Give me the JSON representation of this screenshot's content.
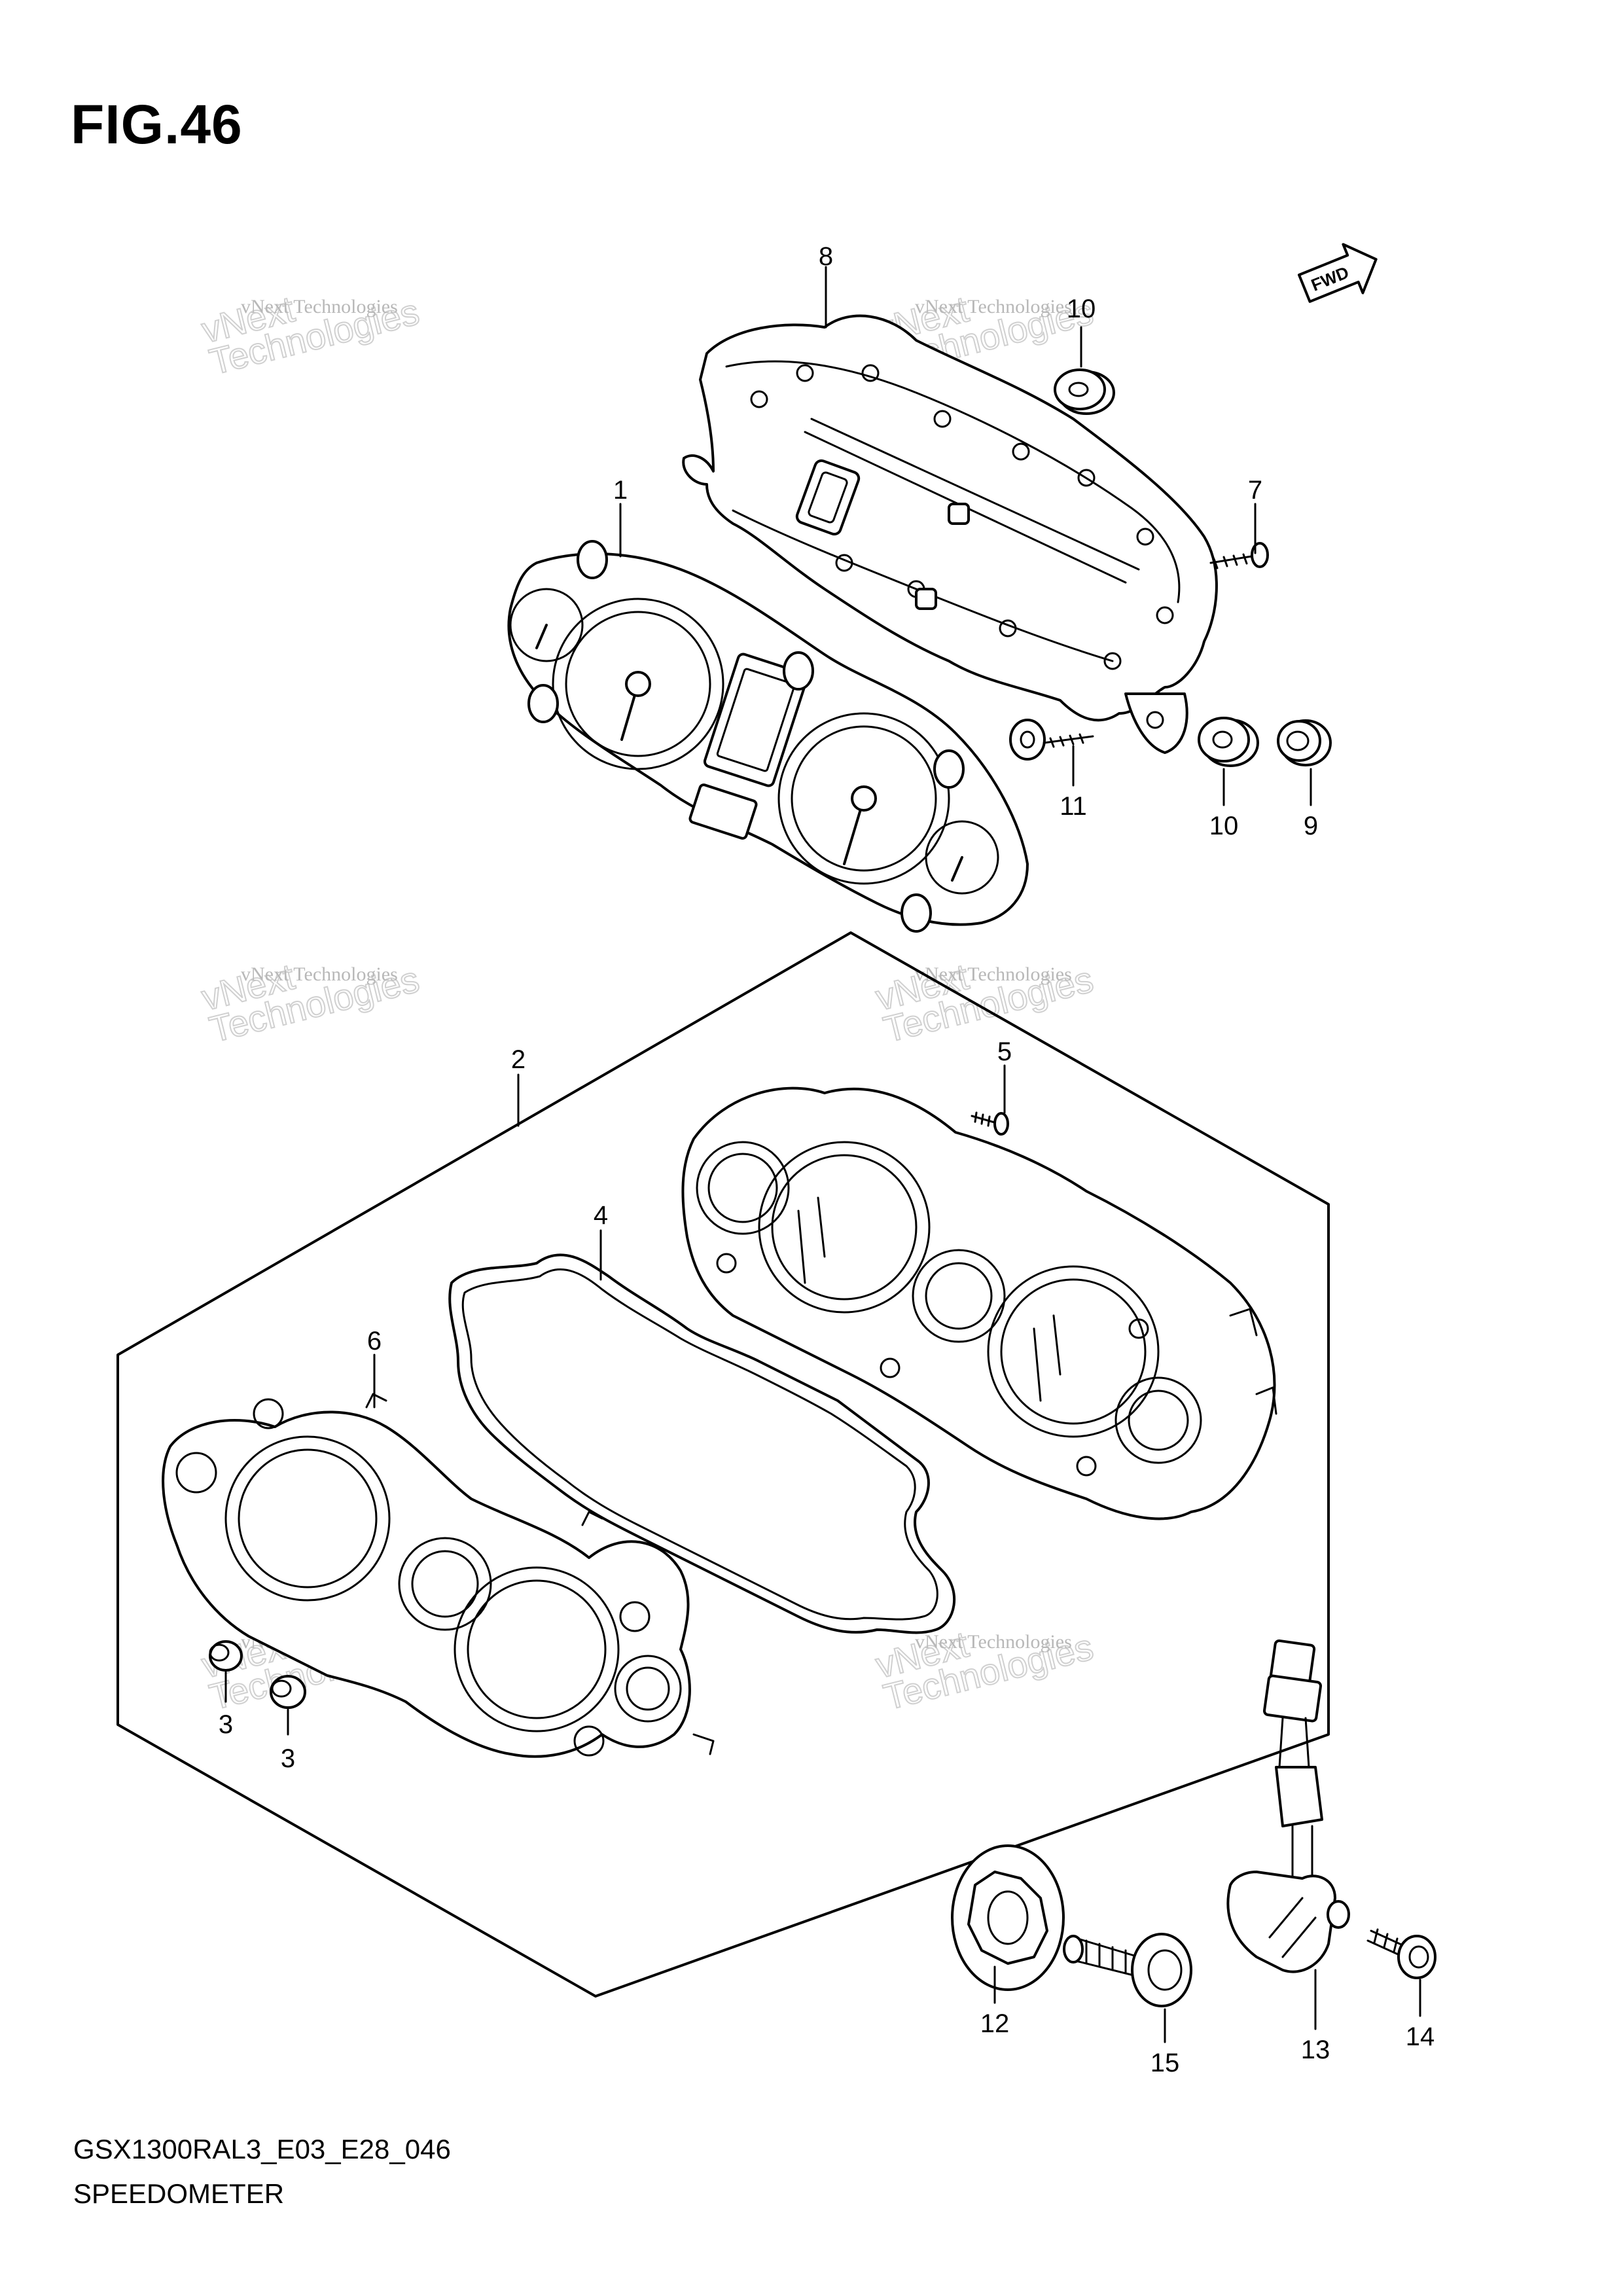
{
  "figure": {
    "title": "FIG.46",
    "code": "GSX1300RAL3_E03_E28_046",
    "name": "SPEEDOMETER",
    "fwd_label": "FWD"
  },
  "watermark": {
    "line1": "vNext Technologies",
    "line2": "vNext",
    "line3": "Technologies"
  },
  "callouts": {
    "c1": "1",
    "c2": "2",
    "c3a": "3",
    "c3b": "3",
    "c4": "4",
    "c5": "5",
    "c6": "6",
    "c7": "7",
    "c8": "8",
    "c9": "9",
    "c10a": "10",
    "c10b": "10",
    "c11": "11",
    "c12": "12",
    "c13": "13",
    "c14": "14",
    "c15": "15"
  },
  "colors": {
    "line": "#000000",
    "watermark": "#c8c8c8"
  }
}
